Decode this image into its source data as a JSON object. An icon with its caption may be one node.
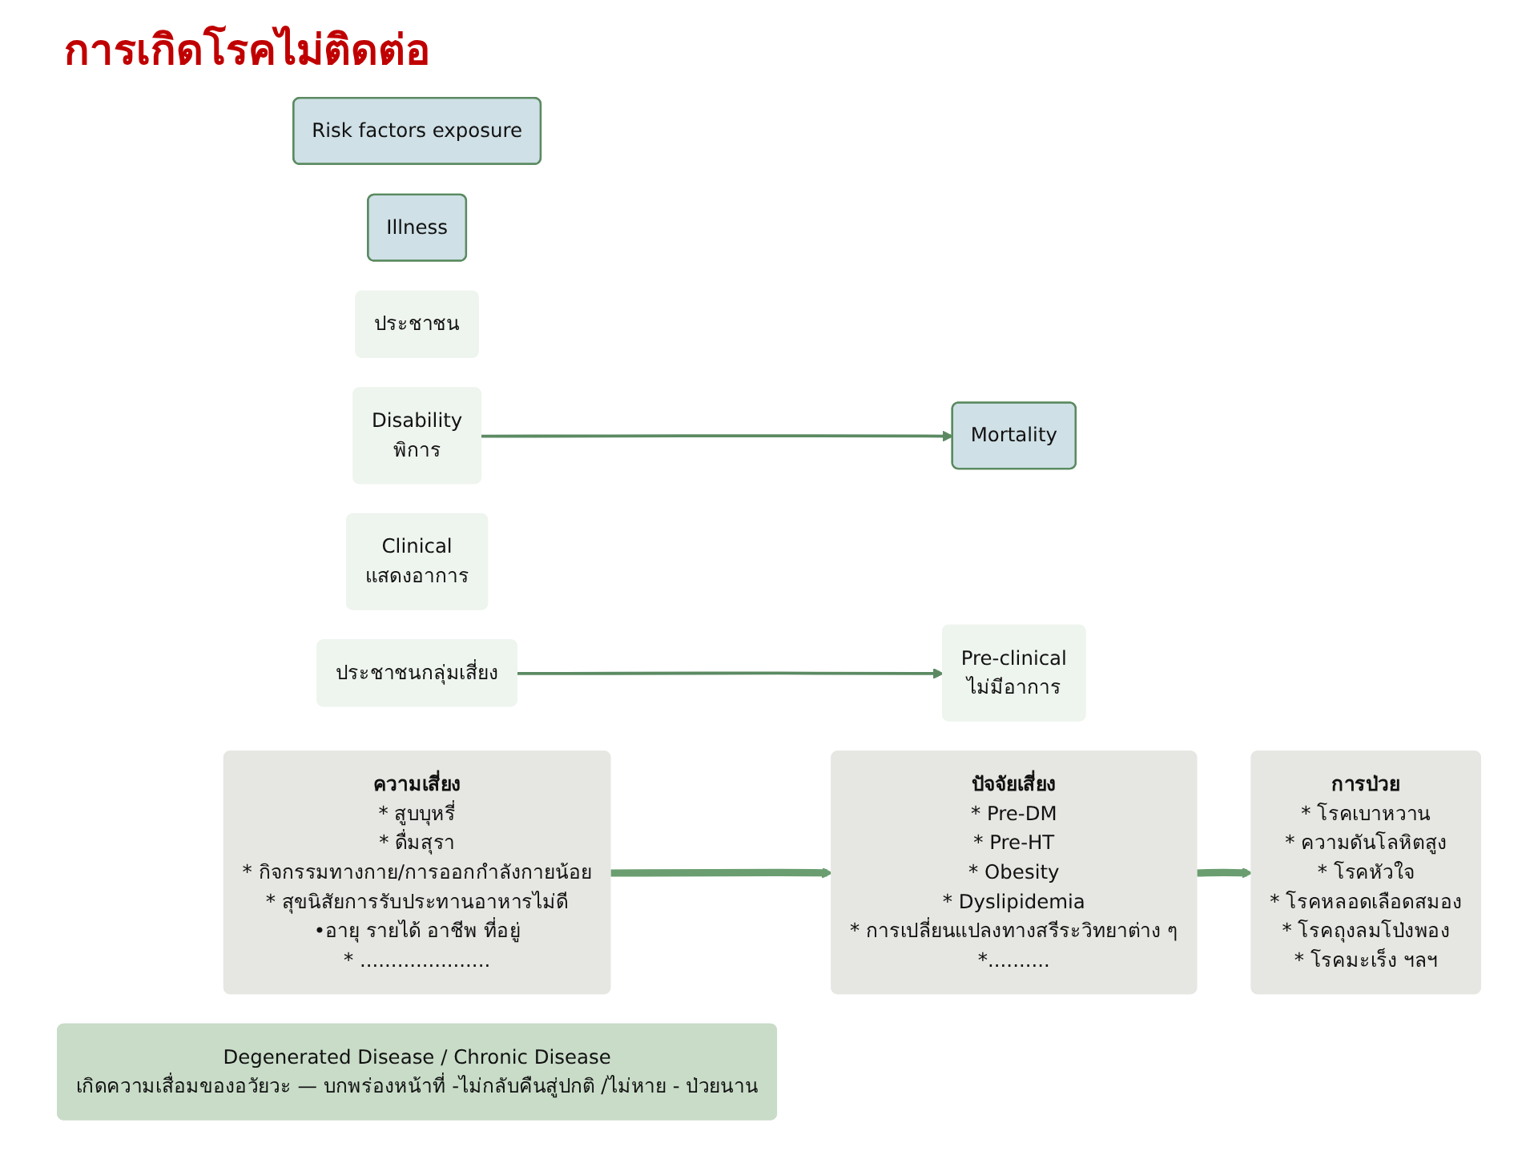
{
  "diagram": {
    "title": "การเกิดโรคไม่ติดต่อ",
    "nodes": [
      {
        "text": [
          "Risk factors exposure"
        ]
      },
      {
        "text": [
          "Illness"
        ]
      },
      {
        "text": [
          "Mortality"
        ]
      },
      {
        "text": [
          "ประชาชน"
        ]
      },
      {
        "text": [
          "ประชาชนกลุ่มเสี่ยง"
        ]
      },
      {
        "text": [
          "Pre-clinical",
          "ไม่มีอาการ"
        ]
      },
      {
        "text": [
          "Clinical",
          "แสดงอาการ"
        ]
      },
      {
        "text": [
          "Disability",
          "พิการ"
        ]
      },
      {
        "text": [
          "ความเสี่ยง",
          "* สูบบุหรี่",
          "* ดื่มสุรา",
          "* กิจกรรมทางกาย/การออกกำลังกายน้อย",
          "* สุขนิสัยการรับประทานอาหารไม่ดี",
          "•อายุ รายได้ อาชีพ ที่อยู่",
          "* ....................."
        ]
      },
      {
        "text": [
          "ปัจจัยเสี่ยง",
          "* Pre-DM",
          "* Pre-HT",
          "* Obesity",
          "* Dyslipidemia",
          "* การเปลี่ยนแปลงทางสรีระวิทยาต่าง ๆ",
          "*.........."
        ]
      },
      {
        "text": [
          "การป่วย",
          "* โรคเบาหวาน",
          "* ความดันโลหิตสูง",
          "* โรคหัวใจ",
          "* โรคหลอดเลือดสมอง",
          "* โรคถุงลมโป่งพอง",
          "* โรคมะเร็ง ฯลฯ"
        ]
      },
      {
        "text": [
          "Degenerated Disease / Chronic Disease",
          "เกิดความเสื่อมของอวัยวะ — บกพร่องหน้าที่ -ไม่กลับคืนสู่ปกติ /ไม่หาย - ป่วยนาน"
        ]
      }
    ],
    "edges": [
      {
        "from": 4,
        "to": 5,
        "arrow": "to"
      },
      {
        "from": 7,
        "to": 2,
        "arrow": "to"
      },
      {
        "from": 8,
        "to": 9,
        "arrow": "to",
        "style": "thick",
        "color": "#6a9e70"
      },
      {
        "from": 9,
        "to": 10,
        "arrow": "to",
        "style": "thick",
        "color": "#6a9e70"
      }
    ]
  }
}
